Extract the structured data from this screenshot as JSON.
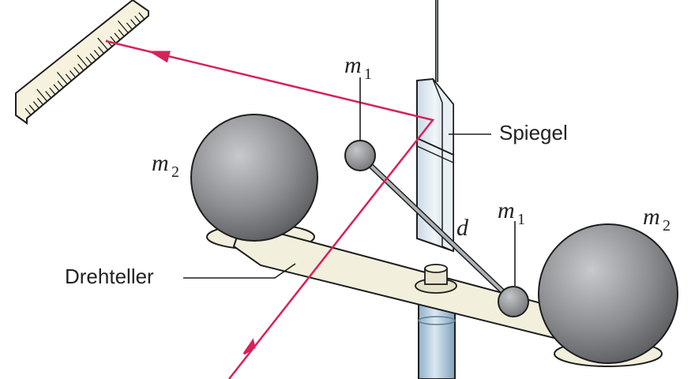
{
  "labels": {
    "m1_upper": {
      "symbol": "m",
      "sub": "1"
    },
    "m1_lower": {
      "symbol": "m",
      "sub": "1"
    },
    "m2_left": {
      "symbol": "m",
      "sub": "2"
    },
    "m2_right": {
      "symbol": "m",
      "sub": "2"
    },
    "spiegel": "Spiegel",
    "drehteller": "Drehteller",
    "d": "d"
  },
  "colors": {
    "beam": "#d6225a",
    "sphere_dark": "#4a4c50",
    "sphere_light": "#b8babd",
    "turntable": "#f2efdc",
    "mirror": "#dfe9f0",
    "column": "#b7cfe0",
    "outline": "#1e1e1e"
  }
}
